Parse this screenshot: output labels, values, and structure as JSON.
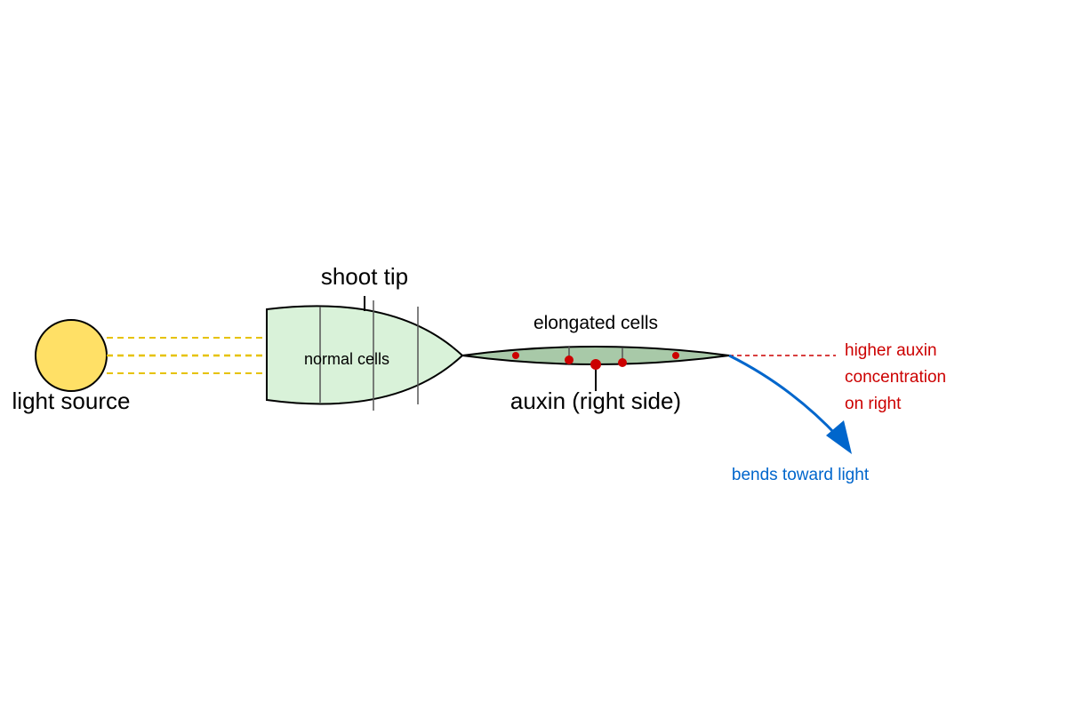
{
  "labels": {
    "light_source": "light source",
    "shoot_tip": "shoot tip",
    "normal_cells": "normal cells",
    "elongated_cells": "elongated cells",
    "auxin": "auxin (right side)",
    "auxin_note": [
      "higher auxin",
      "concentration",
      "on right"
    ],
    "bend": "bends toward light"
  },
  "colors": {
    "sun_fill": "#ffe066",
    "light_ray": "#e6c200",
    "tip_fill": "#d9f2d9",
    "elongated_fill": "#a8c9a8",
    "auxin_dot": "#cc0000",
    "auxin_note": "#cc0000",
    "bend_arrow": "#0066cc",
    "bend_text": "#0066cc",
    "outline": "#000000",
    "divider": "#555555"
  }
}
